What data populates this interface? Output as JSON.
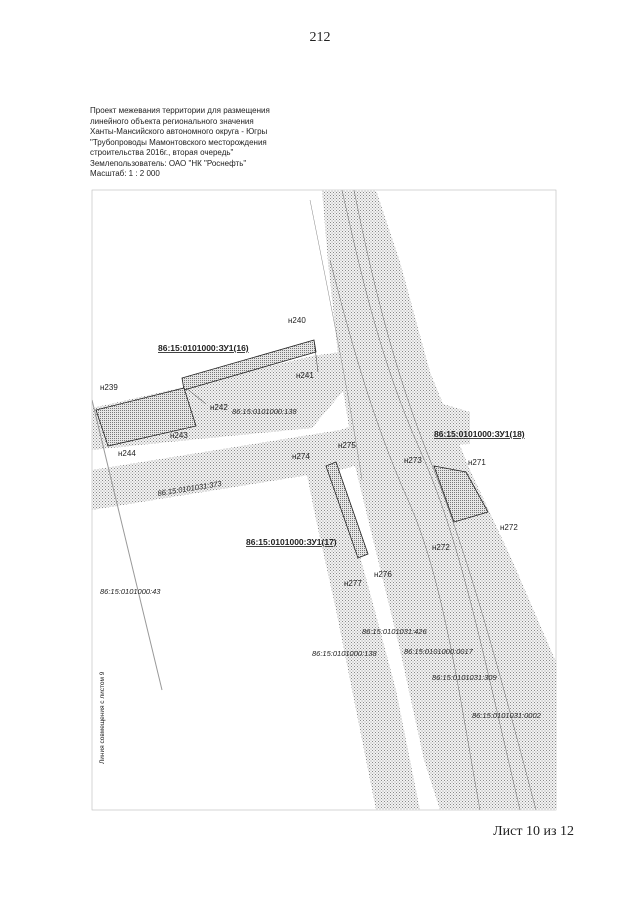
{
  "page_number": "212",
  "legend": {
    "lines": [
      "Проект межевания территории для размещения",
      "линейного объекта регионального значения",
      "Ханты-Мансийского автономного округа - Югры",
      "\"Трубопроводы Мамонтовского месторождения",
      "строительства 2016г., вторая очередь\"",
      "Землепользователь: ОАО \"НК \"Роснефть\"",
      "Масштаб: 1 : 2 000"
    ]
  },
  "map": {
    "plots": [
      "86:15:0101000:ЗУ1(16)",
      "86:15:0101000:ЗУ1(18)",
      "86:15:0101000:ЗУ1(17)"
    ],
    "points": [
      "н240",
      "н239",
      "н241",
      "н242",
      "н243",
      "н244",
      "н274",
      "н275",
      "н273",
      "н271",
      "н272",
      "н277",
      "н276",
      "н272"
    ],
    "parcels": [
      "86:15:0101000:138",
      "86:15:0101031:373",
      "86:15:0101000:43",
      "86:15:0101031:426",
      "86:15:0101000:138",
      "86:15:0101000:0017",
      "86:15:0101031:309",
      "86:15:0101031:0002"
    ],
    "side_note": "Линия совмещения с листом 9"
  },
  "sheet_label": "Лист 10 из 12"
}
